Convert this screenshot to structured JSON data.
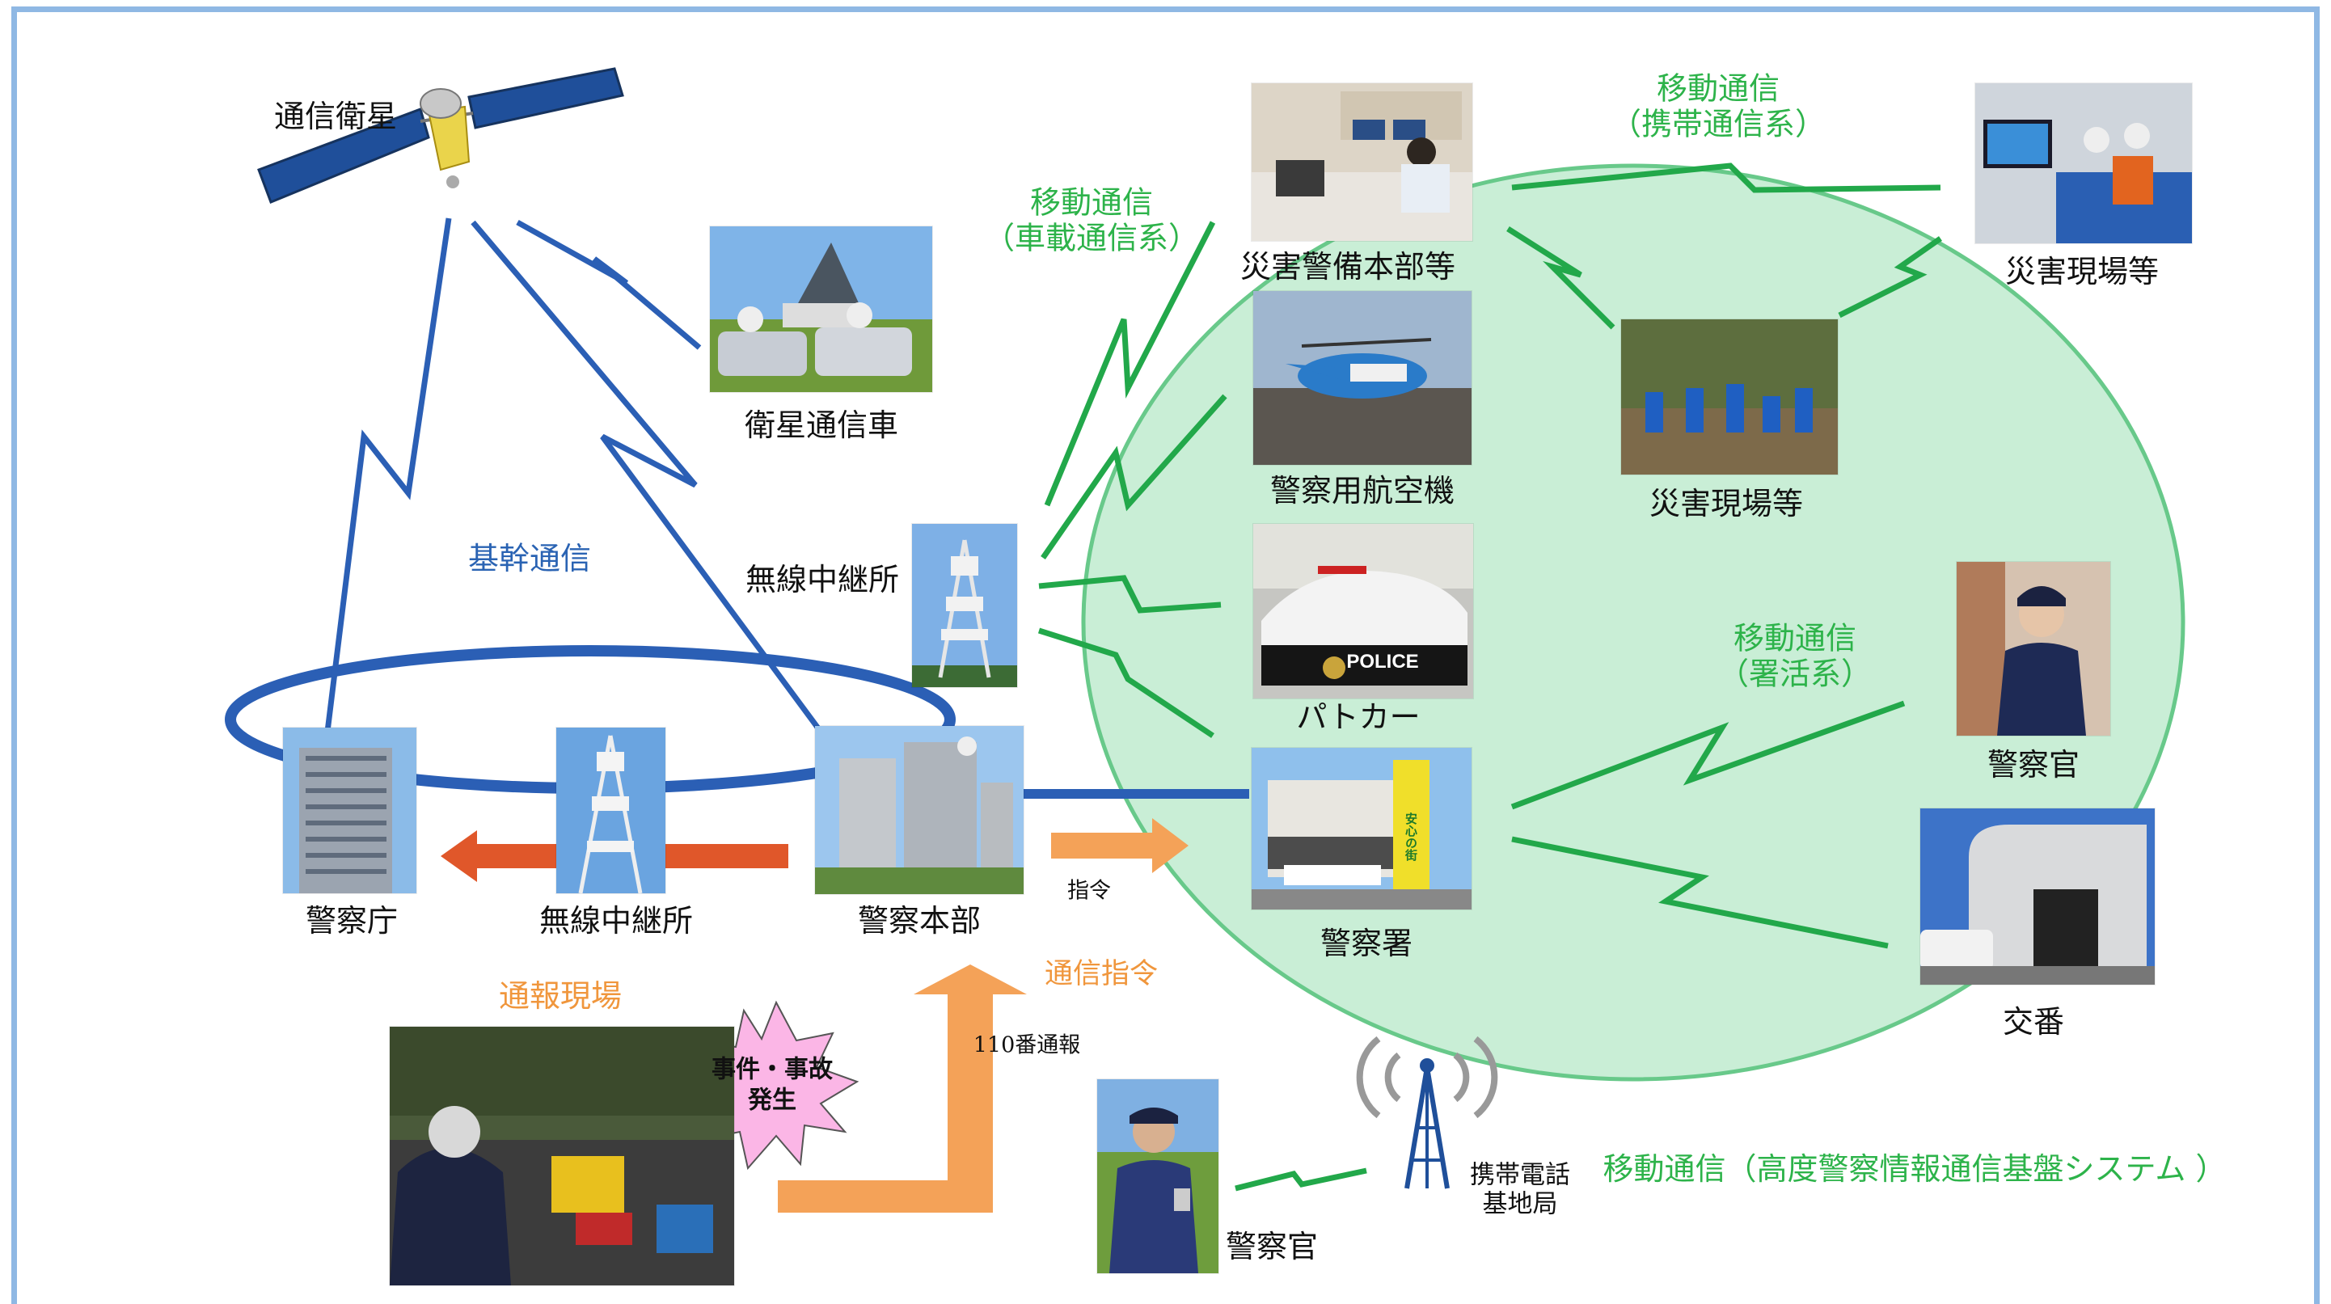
{
  "nodes": {
    "satellite": "通信衛星",
    "satellite_car": "衛星通信車",
    "relay_top": "無線中継所",
    "npa": "警察庁",
    "relay_bottom": "無線中継所",
    "hq": "警察本部",
    "disaster_hq": "災害警備本部等",
    "aircraft": "警察用航空機",
    "patrol_car": "パトカー",
    "police_station": "警察署",
    "disaster_site_center": "災害現場等",
    "disaster_site_right": "災害現場等",
    "officer_right": "警察官",
    "koban": "交番",
    "officer_bottom": "警察官",
    "base_station": "携帯電話\n基地局"
  },
  "labels": {
    "backbone": "基幹通信",
    "mobile_vehicle": "移動通信\n（車載通信系）",
    "mobile_portable": "移動通信\n（携帯通信系）",
    "mobile_station": "移動通信\n（署活系）",
    "mobile_advanced": "移動通信（高度警察情報通信基盤システム ）",
    "report_site": "通報現場",
    "incident": "事件・事故\n発生",
    "call_110": "110番通報",
    "command": "指令",
    "comm_command": "通信指令"
  },
  "photo_text": {
    "police_car_text": "POLICE",
    "sign_text": "安心の街"
  },
  "colors": {
    "backbone_blue": "#2b5fb5",
    "mobile_green": "#22a84a",
    "area_fill": "#c9eed6",
    "area_stroke": "#68c98a",
    "relay_arrow": "#e0572a",
    "report_arrow": "#f4a258",
    "burst": "#fbb6e6"
  }
}
